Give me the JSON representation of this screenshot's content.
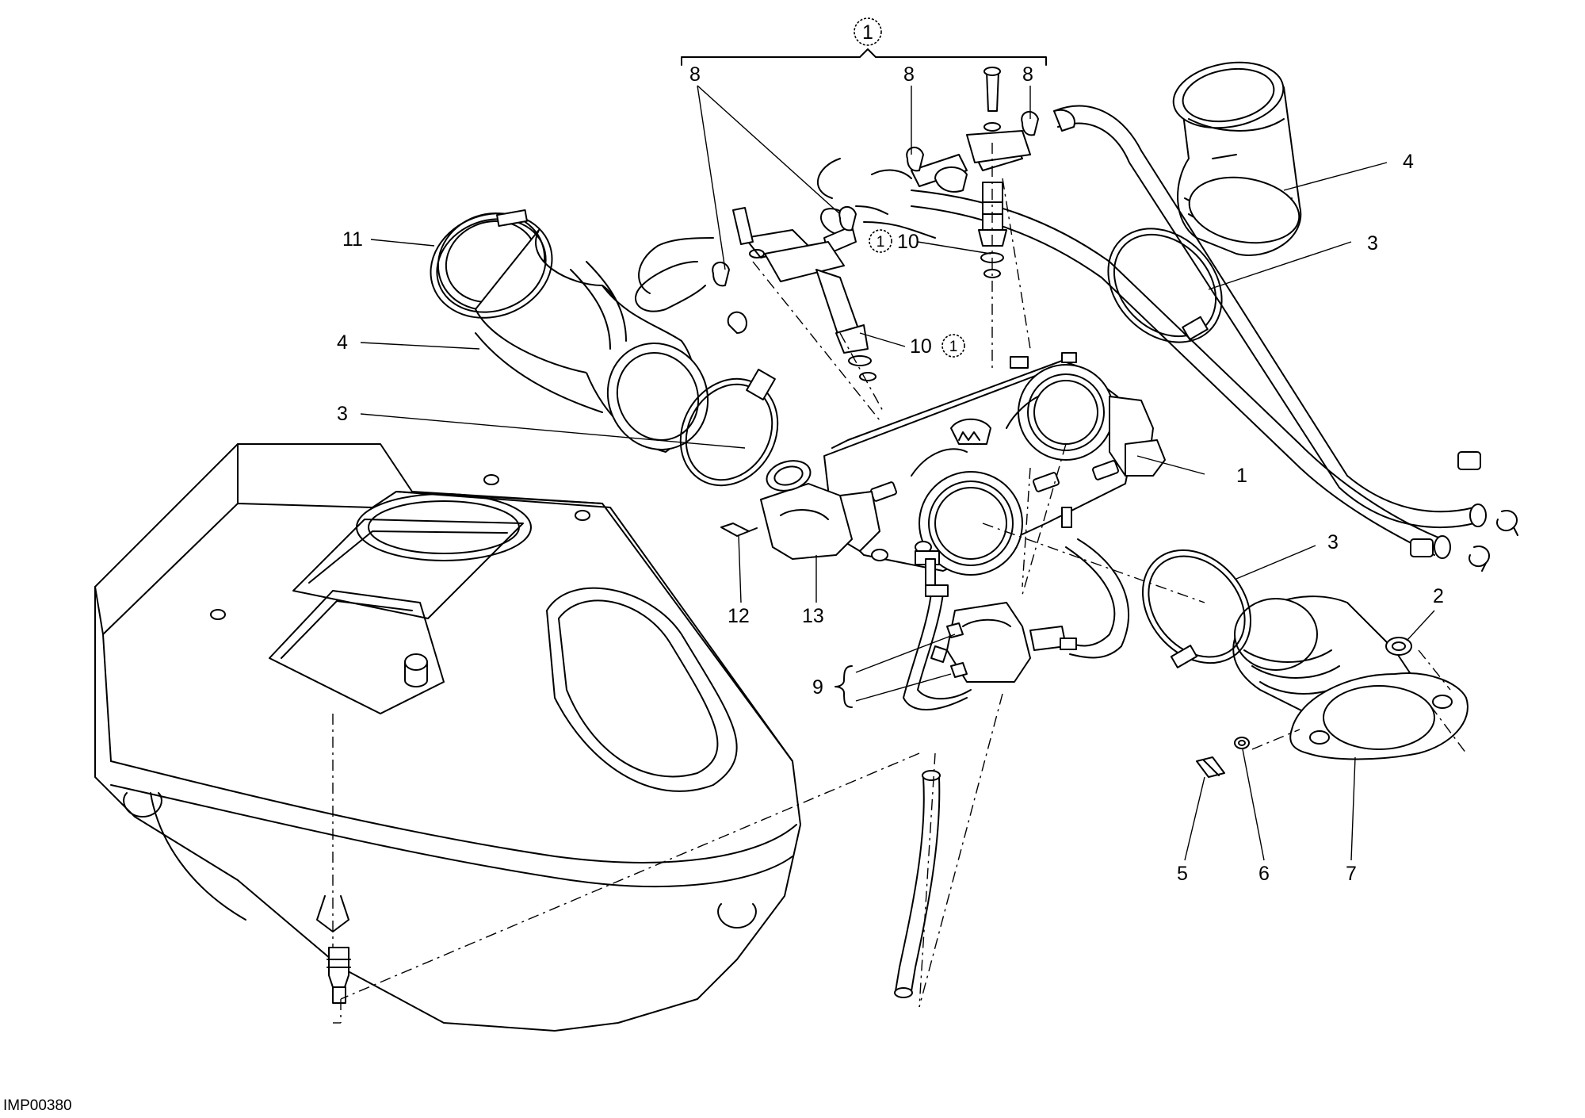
{
  "diagram_code": "IMP00380",
  "callouts": [
    {
      "id": "c1",
      "text": "1"
    },
    {
      "id": "c2",
      "text": "2"
    },
    {
      "id": "c3a",
      "text": "3"
    },
    {
      "id": "c3b",
      "text": "3"
    },
    {
      "id": "c3c",
      "text": "3"
    },
    {
      "id": "c4a",
      "text": "4"
    },
    {
      "id": "c4b",
      "text": "4"
    },
    {
      "id": "c5",
      "text": "5"
    },
    {
      "id": "c6",
      "text": "6"
    },
    {
      "id": "c7",
      "text": "7"
    },
    {
      "id": "c8a",
      "text": "8"
    },
    {
      "id": "c8b",
      "text": "8"
    },
    {
      "id": "c8c",
      "text": "8"
    },
    {
      "id": "c9",
      "text": "9"
    },
    {
      "id": "c10a",
      "text": "10"
    },
    {
      "id": "c10b",
      "text": "10"
    },
    {
      "id": "c11",
      "text": "11"
    },
    {
      "id": "c12",
      "text": "12"
    },
    {
      "id": "c13",
      "text": "13"
    }
  ],
  "kit_marker": "1",
  "kit_marker_small_a": "1",
  "kit_marker_small_b": "1"
}
